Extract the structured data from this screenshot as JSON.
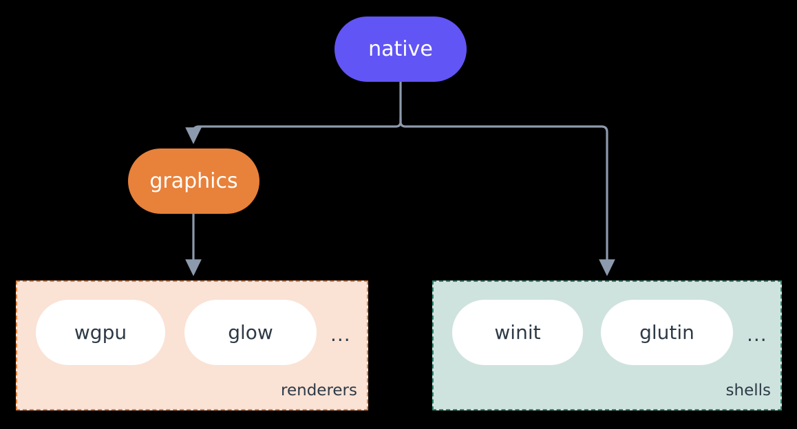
{
  "diagram": {
    "type": "flow-tree",
    "background": "#000000",
    "edge_color": "#8d9aad",
    "nodes": [
      {
        "id": "native",
        "label": "native",
        "shape": "rounded-pill",
        "fill": "#6155f5",
        "text_color": "#ffffff"
      },
      {
        "id": "graphics",
        "label": "graphics",
        "shape": "rounded-pill",
        "fill": "#e8813a",
        "text_color": "#ffffff"
      }
    ],
    "groups": [
      {
        "id": "renderers",
        "caption": "renderers",
        "fill": "#fae2d5",
        "border_color": "#e8813a",
        "border_style": "dashed",
        "items": [
          {
            "label": "wgpu"
          },
          {
            "label": "glow"
          }
        ],
        "overflow": "..."
      },
      {
        "id": "shells",
        "caption": "shells",
        "fill": "#cfe3de",
        "border_color": "#2e8b72",
        "border_style": "dashed",
        "items": [
          {
            "label": "winit"
          },
          {
            "label": "glutin"
          }
        ],
        "overflow": "..."
      }
    ],
    "edges": [
      {
        "from": "native",
        "to": "graphics",
        "arrow": true
      },
      {
        "from": "native",
        "to": "shells",
        "arrow": true
      },
      {
        "from": "graphics",
        "to": "renderers",
        "arrow": true
      }
    ]
  }
}
